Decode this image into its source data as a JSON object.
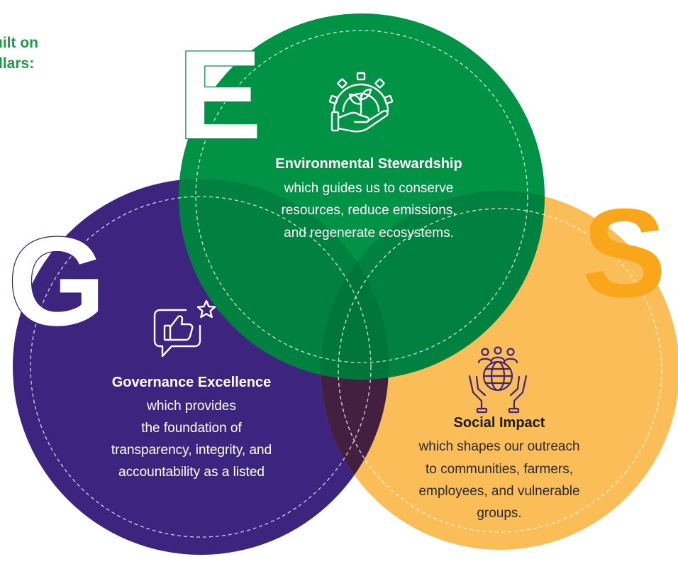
{
  "intro": {
    "line1": "uilt on",
    "line2": "llars:"
  },
  "colors": {
    "environmental": "#009245",
    "governance": "#3d247e",
    "social": "#fbbd57",
    "social_letter": "#f9a61a",
    "governance_social_overlap": "#43203f",
    "intro_text": "#1f9a47",
    "title_text": "#ffffff",
    "social_text": "#2b2b2b"
  },
  "pillars": {
    "environmental": {
      "letter": "E",
      "icon": "gear-plant-hand-icon",
      "title": "Environmental Stewardship",
      "lines": [
        "which guides us to conserve",
        "resources, reduce emissions,",
        "and regenerate ecosystems."
      ]
    },
    "governance": {
      "letter": "G",
      "icon": "thumbs-up-star-chat-icon",
      "title": "Governance Excellence",
      "lines": [
        "which provides",
        "the foundation of",
        "transparency, integrity, and",
        "accountability as a listed"
      ]
    },
    "social": {
      "letter": "S",
      "icon": "people-globe-hands-icon",
      "title": "Social Impact",
      "lines": [
        "which shapes our outreach",
        "to communities, farmers,",
        "employees, and vulnerable",
        "groups."
      ]
    }
  }
}
